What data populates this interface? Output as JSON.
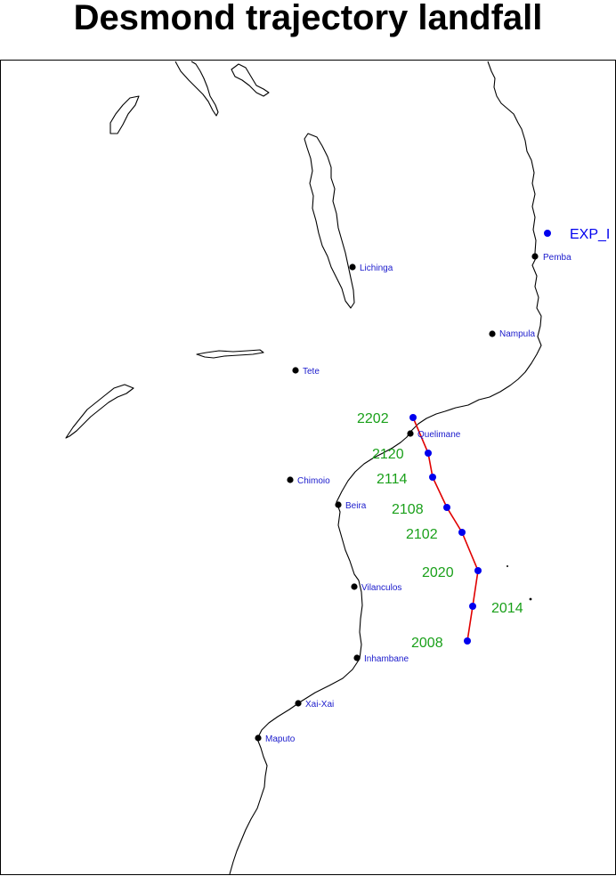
{
  "map": {
    "title": "Desmond trajectory landfall",
    "colors": {
      "track_line": "#e00000",
      "track_point": "#0000ee",
      "time_label": "#1aa01a",
      "city_point": "#000000",
      "city_label": "#1a1acc",
      "experiment_label": "#0000ee",
      "coastline": "#000000",
      "frame": "#000000"
    },
    "cities": [
      {
        "name": "Lichinga"
      },
      {
        "name": "Pemba"
      },
      {
        "name": "Nampula"
      },
      {
        "name": "Tete"
      },
      {
        "name": "Quelimane"
      },
      {
        "name": "Chimoio"
      },
      {
        "name": "Beira"
      },
      {
        "name": "Vilanculos"
      },
      {
        "name": "Inhambane"
      },
      {
        "name": "Xai-Xai"
      },
      {
        "name": "Maputo"
      }
    ],
    "experiment": {
      "label": "EXP_I"
    },
    "track": [
      {
        "time": "2008"
      },
      {
        "time": "2014"
      },
      {
        "time": "2020"
      },
      {
        "time": "2102"
      },
      {
        "time": "2108"
      },
      {
        "time": "2114"
      },
      {
        "time": "2120"
      },
      {
        "time": "2202"
      }
    ]
  }
}
